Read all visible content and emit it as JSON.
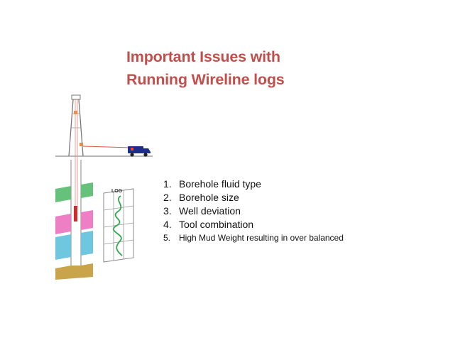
{
  "slide": {
    "title_lines": [
      "Important Issues with",
      "Running Wireline logs"
    ],
    "log_label": "LOG",
    "issues": [
      {
        "num": "1.",
        "text": "Borehole fluid type"
      },
      {
        "num": "2.",
        "text": "Borehole size"
      },
      {
        "num": "3.",
        "text": "Well deviation"
      },
      {
        "num": "4.",
        "text": "Tool combination"
      },
      {
        "num": "5.",
        "text": "High Mud Weight resulting in over balanced"
      }
    ]
  },
  "colors": {
    "title": "#c0504d",
    "layer_green": "#66c27a",
    "layer_pink": "#ee7fc4",
    "layer_blue": "#6fc6df",
    "layer_tan": "#c9a44a",
    "wireline": "#e0563c",
    "truck": "#1c2e8a"
  },
  "icons": [
    "derrick-icon",
    "logging-truck-icon",
    "log-curve-icon"
  ]
}
